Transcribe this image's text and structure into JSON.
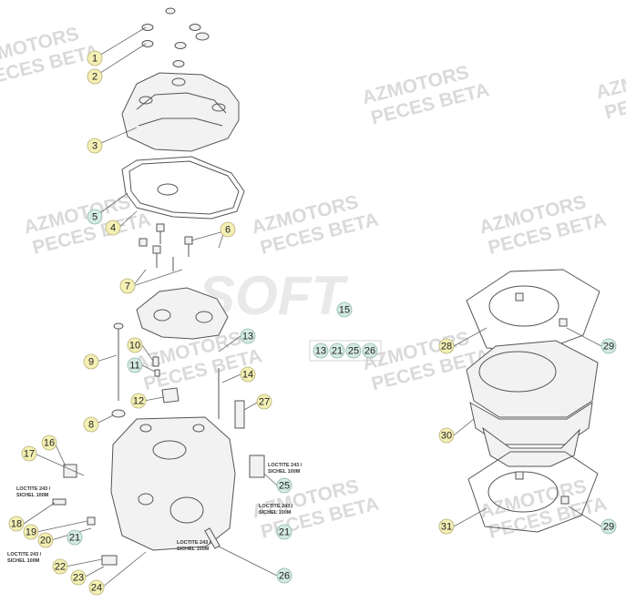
{
  "watermark": {
    "line1": "AZMOTORS",
    "line2": "PECES BETA"
  },
  "callouts": [
    {
      "id": "c1",
      "label": "1",
      "tone": "yellow"
    },
    {
      "id": "c2",
      "label": "2",
      "tone": "yellow"
    },
    {
      "id": "c3",
      "label": "3",
      "tone": "yellow"
    },
    {
      "id": "c4",
      "label": "4",
      "tone": "yellow"
    },
    {
      "id": "c5",
      "label": "5",
      "tone": "blue"
    },
    {
      "id": "c6",
      "label": "6",
      "tone": "yellow"
    },
    {
      "id": "c7",
      "label": "7",
      "tone": "yellow"
    },
    {
      "id": "c8",
      "label": "8",
      "tone": "yellow"
    },
    {
      "id": "c9",
      "label": "9",
      "tone": "yellow"
    },
    {
      "id": "c10",
      "label": "10",
      "tone": "yellow"
    },
    {
      "id": "c11",
      "label": "11",
      "tone": "blue"
    },
    {
      "id": "c12",
      "label": "12",
      "tone": "yellow"
    },
    {
      "id": "c13",
      "label": "13",
      "tone": "blue"
    },
    {
      "id": "c14",
      "label": "14",
      "tone": "yellow"
    },
    {
      "id": "c15",
      "label": "15",
      "tone": "blue"
    },
    {
      "id": "c16",
      "label": "16",
      "tone": "yellow"
    },
    {
      "id": "c17",
      "label": "17",
      "tone": "yellow"
    },
    {
      "id": "c18",
      "label": "18",
      "tone": "yellow"
    },
    {
      "id": "c19",
      "label": "19",
      "tone": "yellow"
    },
    {
      "id": "c20",
      "label": "20",
      "tone": "yellow"
    },
    {
      "id": "c21a",
      "label": "21",
      "tone": "blue"
    },
    {
      "id": "c21b",
      "label": "21",
      "tone": "blue"
    },
    {
      "id": "c22",
      "label": "22",
      "tone": "yellow"
    },
    {
      "id": "c23",
      "label": "23",
      "tone": "yellow"
    },
    {
      "id": "c24",
      "label": "24",
      "tone": "yellow"
    },
    {
      "id": "c25",
      "label": "25",
      "tone": "blue"
    },
    {
      "id": "c26",
      "label": "26",
      "tone": "blue"
    },
    {
      "id": "c27",
      "label": "27",
      "tone": "yellow"
    },
    {
      "id": "c28",
      "label": "28",
      "tone": "yellow"
    },
    {
      "id": "c29a",
      "label": "29",
      "tone": "blue"
    },
    {
      "id": "c29b",
      "label": "29",
      "tone": "blue"
    },
    {
      "id": "c30",
      "label": "30",
      "tone": "yellow"
    },
    {
      "id": "c31",
      "label": "31",
      "tone": "yellow"
    }
  ],
  "kit_group": [
    {
      "label": "13",
      "tone": "blue"
    },
    {
      "label": "21",
      "tone": "blue"
    },
    {
      "label": "25",
      "tone": "blue"
    },
    {
      "label": "26",
      "tone": "blue"
    }
  ],
  "notes": {
    "loctite_1_line1": "LOCTITE 243 /",
    "loctite_1_line2": "SICHEL 100M",
    "loctite_2_line1": "LOCTITE 243 /",
    "loctite_2_line2": "SICHEL 100M",
    "loctite_3_line1": "LOCTITE 243 /",
    "loctite_3_line2": "SICHEL 100M",
    "loctite_4_line1": "LOCTITE 243 /",
    "loctite_4_line2": "SICHEL 100M",
    "loctite_5_line1": "LOCTITE 243 /",
    "loctite_5_line2": "SICHEL 100M"
  },
  "colors": {
    "callout_yellow": "#f4efb3",
    "callout_blue": "#d4eae4",
    "line": "#555555",
    "watermark": "#dadada"
  }
}
